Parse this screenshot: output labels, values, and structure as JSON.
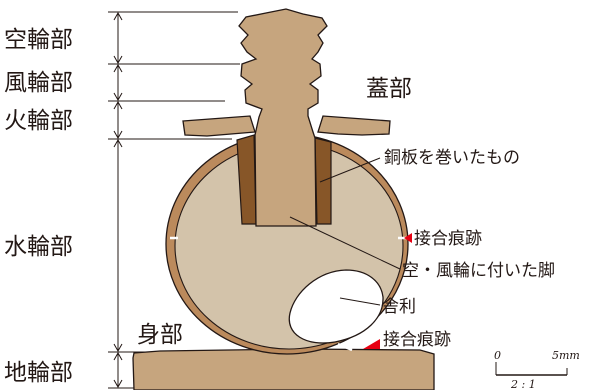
{
  "section_labels": {
    "kurin": "空輪部",
    "fuurin": "風輪部",
    "karin": "火輪部",
    "suirin": "水輪部",
    "chirin": "地輪部"
  },
  "part_labels": {
    "lid": "蓋部",
    "body": "身部",
    "copper": "銅板を巻いたもの",
    "joint_upper": "接合痕跡",
    "foot": "空・風輪に付いた脚",
    "relic": "舎利",
    "joint_lower": "接合痕跡"
  },
  "scale": {
    "zero": "0",
    "length": "5mm",
    "ratio": "2 : 1"
  },
  "colors": {
    "wood_light": "#c6a57e",
    "wood_outer": "#bb8a5c",
    "interior": "#d3c3aa",
    "copper": "#875628",
    "marker": "#e60012",
    "outline": "#231815"
  }
}
